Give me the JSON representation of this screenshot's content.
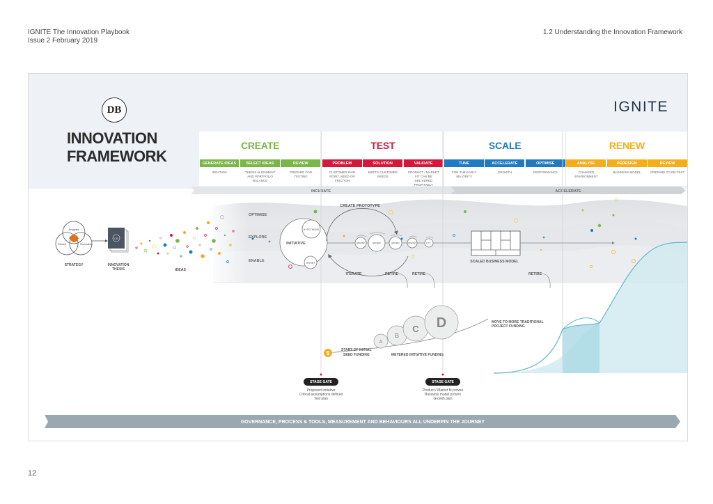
{
  "page_header": {
    "doc_title": "IGNITE The Innovation Playbook",
    "issue": "Issue 2 February 2019",
    "section": "1.2  Understanding the Innovation Framework"
  },
  "page_number": "12",
  "framework": {
    "db_logo": "DB",
    "title_line1": "INNOVATION",
    "title_line2": "FRAMEWORK",
    "ignite_logo": "IGNITE",
    "phases": [
      {
        "name": "CREATE",
        "color": "#7ab648",
        "steps": [
          {
            "label": "GENERATE IDEAS",
            "desc": "IDEATION"
          },
          {
            "label": "SELECT IDEAS",
            "desc": "THESIS ALIGNMENT AND PORTFOLIO BALANCE"
          },
          {
            "label": "REVIEW",
            "desc": "PREPARE FOR TESTING"
          }
        ]
      },
      {
        "name": "TEST",
        "color": "#d4173a",
        "steps": [
          {
            "label": "PROBLEM",
            "desc": "CUSTOMER PAIN POINT, NEED OR FRICTION"
          },
          {
            "label": "SOLUTION",
            "desc": "MEETS CUSTOMER NEEDS"
          },
          {
            "label": "VALIDATE",
            "desc": "PRODUCT / MARKET FIT CAN BE DELIVERED PROFITABLY"
          }
        ]
      },
      {
        "name": "SCALE",
        "color": "#1f7ac4",
        "steps": [
          {
            "label": "TUNE",
            "desc": "FOR THE EARLY MAJORITY"
          },
          {
            "label": "ACCELERATE",
            "desc": "GROWTH"
          },
          {
            "label": "OPTIMISE",
            "desc": "PERFORMANCE"
          }
        ]
      },
      {
        "name": "RENEW",
        "color": "#f5ae1a",
        "steps": [
          {
            "label": "ANALYSE",
            "desc": "CHANGED ENVIRONMENT"
          },
          {
            "label": "REDESIGN",
            "desc": "BUSINESS MODEL"
          },
          {
            "label": "REVIEW",
            "desc": "PREPARE TO RE-TEST"
          }
        ]
      }
    ],
    "chevrons": {
      "incubate": "INCUBATE",
      "accelerate": "ACCELERATE"
    },
    "strategy": {
      "analysis": "Analysis",
      "choice": "Choice",
      "execution": "Execution",
      "label": "STRATEGY"
    },
    "thesis": {
      "logo": "DB",
      "label_line1": "INNOVATION",
      "label_line2": "THESIS"
    },
    "ideas_label": "IDEAS",
    "lanes": {
      "optimise": "OPTIMISE",
      "explore": "EXPLORE",
      "enable": "ENABLE"
    },
    "initiative": {
      "label": "INITIATIVE",
      "hypothesis": "HYPOTHESIS",
      "sprint": "SPRINT"
    },
    "create_prototype": "CREATE PROTOTYPE",
    "iterate": "ITERATE",
    "sprints": [
      "SPRINT",
      "SPRINT",
      "SPRINT",
      "SPRINT",
      "ETC."
    ],
    "retire": "RETIRE",
    "scaled_business_model": "SCALED BUSINESS MODEL",
    "funding": {
      "rounds": [
        "A",
        "B",
        "C",
        "D"
      ],
      "seed_icon": "$",
      "seed_line1": "START OF INITIAL",
      "seed_line2": "SEED FUNDING",
      "metered": "METERED INITIATIVE FUNDING",
      "traditional_line1": "MOVE TO MORE TRADITIONAL",
      "traditional_line2": "PROJECT FUNDING"
    },
    "stage_gates": [
      {
        "label": "STAGE GATE",
        "lines": [
          "Proposed initiative",
          "Critical assumptions defined",
          "Test plan"
        ]
      },
      {
        "label": "STAGE GATE",
        "lines": [
          "Product / Market fit proven",
          "Business model proven",
          "Growth plan"
        ]
      }
    ],
    "governance": "GOVERNANCE, PROCESS & TOOLS, MEASUREMENT AND BEHAVIOURS ALL UNDERPIN THE JOURNEY"
  }
}
